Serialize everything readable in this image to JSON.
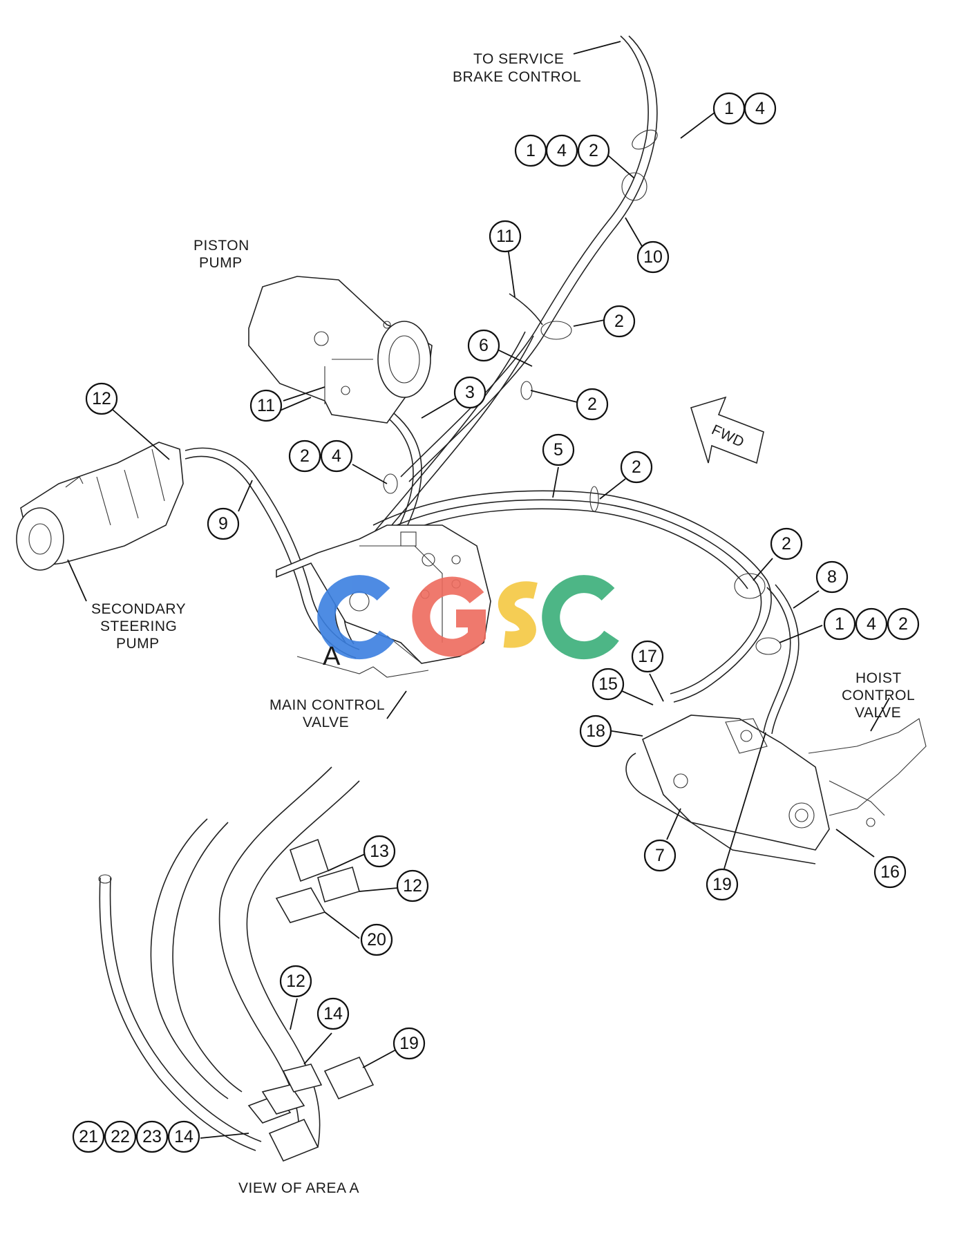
{
  "labels": {
    "to_service_brake_1": "TO SERVICE",
    "to_service_brake_2": "BRAKE CONTROL",
    "piston_pump_1": "PISTON",
    "piston_pump_2": "PUMP",
    "secondary_1": "SECONDARY",
    "secondary_2": "STEERING",
    "secondary_3": "PUMP",
    "main_valve_1": "MAIN CONTROL",
    "main_valve_2": "VALVE",
    "hoist_1": "HOIST",
    "hoist_2": "CONTROL",
    "hoist_3": "VALVE",
    "area_letter": "A",
    "view_caption": "VIEW OF AREA A",
    "fwd": "FWD",
    "watermark": "CGSC"
  },
  "callouts": [
    "1",
    "4",
    "1",
    "4",
    "2",
    "10",
    "11",
    "2",
    "6",
    "2",
    "3",
    "11",
    "12",
    "2",
    "4",
    "9",
    "5",
    "2",
    "2",
    "8",
    "1",
    "4",
    "2",
    "17",
    "15",
    "18",
    "7",
    "19",
    "16",
    "13",
    "12",
    "20",
    "12",
    "14",
    "19",
    "21",
    "22",
    "23",
    "14"
  ],
  "watermark_colors": [
    "#3b7fe0",
    "#ee6b5e",
    "#f5c842",
    "#3aaf7a"
  ]
}
